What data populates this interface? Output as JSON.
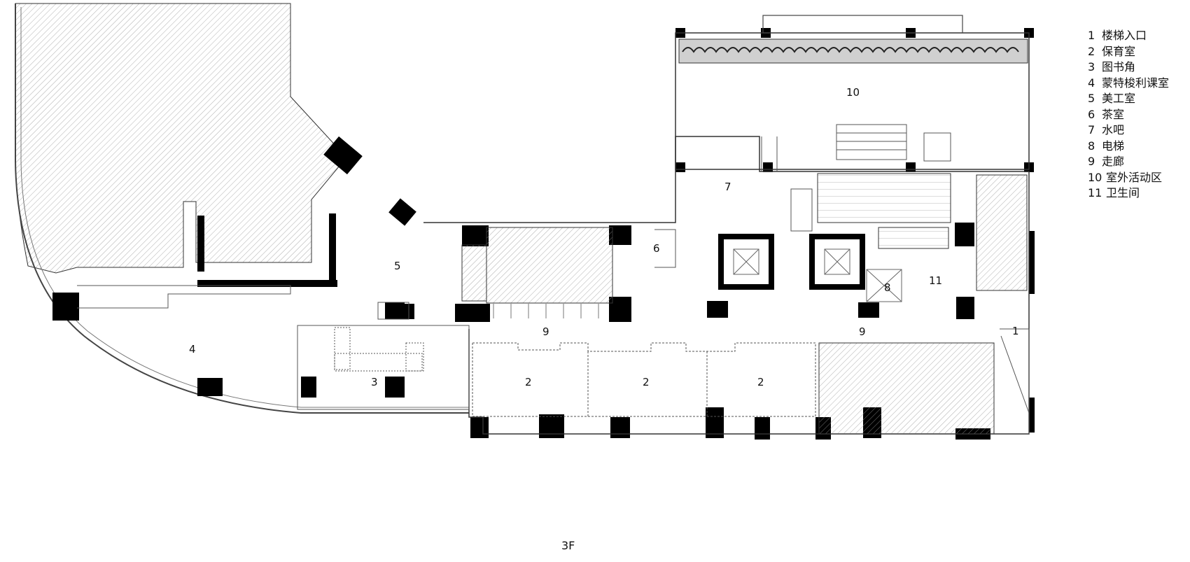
{
  "legend": [
    {
      "num": "1",
      "name": "楼梯入口"
    },
    {
      "num": "2",
      "name": "保育室"
    },
    {
      "num": "3",
      "name": "图书角"
    },
    {
      "num": "4",
      "name": "蒙特梭利课室"
    },
    {
      "num": "5",
      "name": "美工室"
    },
    {
      "num": "6",
      "name": "茶室"
    },
    {
      "num": "7",
      "name": "水吧"
    },
    {
      "num": "8",
      "name": "电梯"
    },
    {
      "num": "9",
      "name": "走廊"
    },
    {
      "num": "10",
      "name": "室外活动区"
    },
    {
      "num": "11",
      "name": "卫生间"
    }
  ],
  "room_labels": {
    "r1": "1",
    "r2a": "2",
    "r2b": "2",
    "r2c": "2",
    "r3": "3",
    "r4": "4",
    "r5": "5",
    "r6": "6",
    "r7": "7",
    "r8": "8",
    "r9a": "9",
    "r9b": "9",
    "r10": "10",
    "r11": "11"
  },
  "floor_label": "3F",
  "colors": {
    "wall": "#000000",
    "line": "#555555",
    "hatch": "#9a9a9a",
    "background": "#ffffff"
  }
}
